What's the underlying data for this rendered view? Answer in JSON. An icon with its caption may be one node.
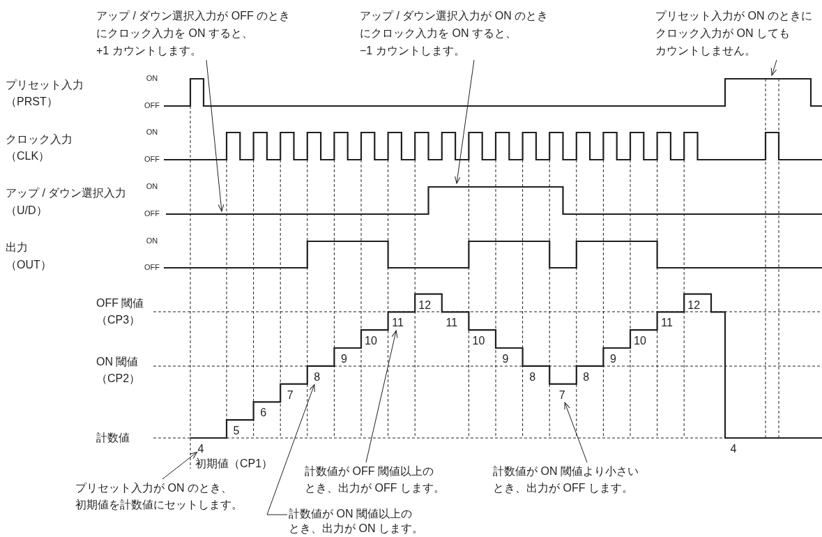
{
  "diagram": {
    "nodes": [
      {
        "text": [
          "アップ / ダウン選択入力が OFF のときにクロック入力を ON すると、+1 カウントします。"
        ]
      },
      {
        "text": [
          "アップ / ダウン選択入力が ON のときにクロック入力を ON すると、−1 カウントします。"
        ]
      },
      {
        "text": [
          "プリセット入力が ON のときにクロック入力が ON してもカウントしません。"
        ]
      },
      {
        "text": [
          "プリセット入力が ON のとき、初期値を計数値にセットします。"
        ]
      },
      {
        "text": [
          "計数値が ON 閾値以上のとき、出力が ON します。"
        ]
      },
      {
        "text": [
          "計数値が OFF 閾値以上のとき、出力が OFF します。"
        ]
      },
      {
        "text": [
          "計数値が ON 閾値より小さいとき、出力が OFF します。"
        ]
      },
      {
        "text": [
          "4"
        ]
      },
      {
        "text": [
          "8"
        ]
      },
      {
        "text": [
          "11"
        ]
      },
      {
        "text": [
          "7"
        ]
      }
    ],
    "edges": [
      {
        "from": 0,
        "to": null,
        "arrow": "to"
      },
      {
        "from": 1,
        "to": null,
        "arrow": "to"
      },
      {
        "from": 2,
        "to": null,
        "arrow": "to"
      },
      {
        "from": 3,
        "to": 7,
        "arrow": "to"
      },
      {
        "from": 4,
        "to": 8,
        "arrow": "to"
      },
      {
        "from": 5,
        "to": 9,
        "arrow": "to"
      },
      {
        "from": 6,
        "to": 10,
        "arrow": "to"
      }
    ],
    "labels": [
      "プリセット入力",
      "（PRST）",
      "ON",
      "OFF",
      "クロック入力",
      "（CLK）",
      "ON",
      "OFF",
      "アップ / ダウン選択入力",
      "（U/D）",
      "ON",
      "OFF",
      "出力",
      "（OUT）",
      "ON",
      "OFF",
      "OFF 閾値",
      "（CP3）",
      "ON 閾値",
      "（CP2）",
      "計数値",
      "初期値（CP1）",
      "5",
      "6",
      "7",
      "9",
      "10",
      "12",
      "11",
      "10",
      "9",
      "8",
      "8",
      "9",
      "10",
      "11",
      "12",
      "4"
    ]
  }
}
